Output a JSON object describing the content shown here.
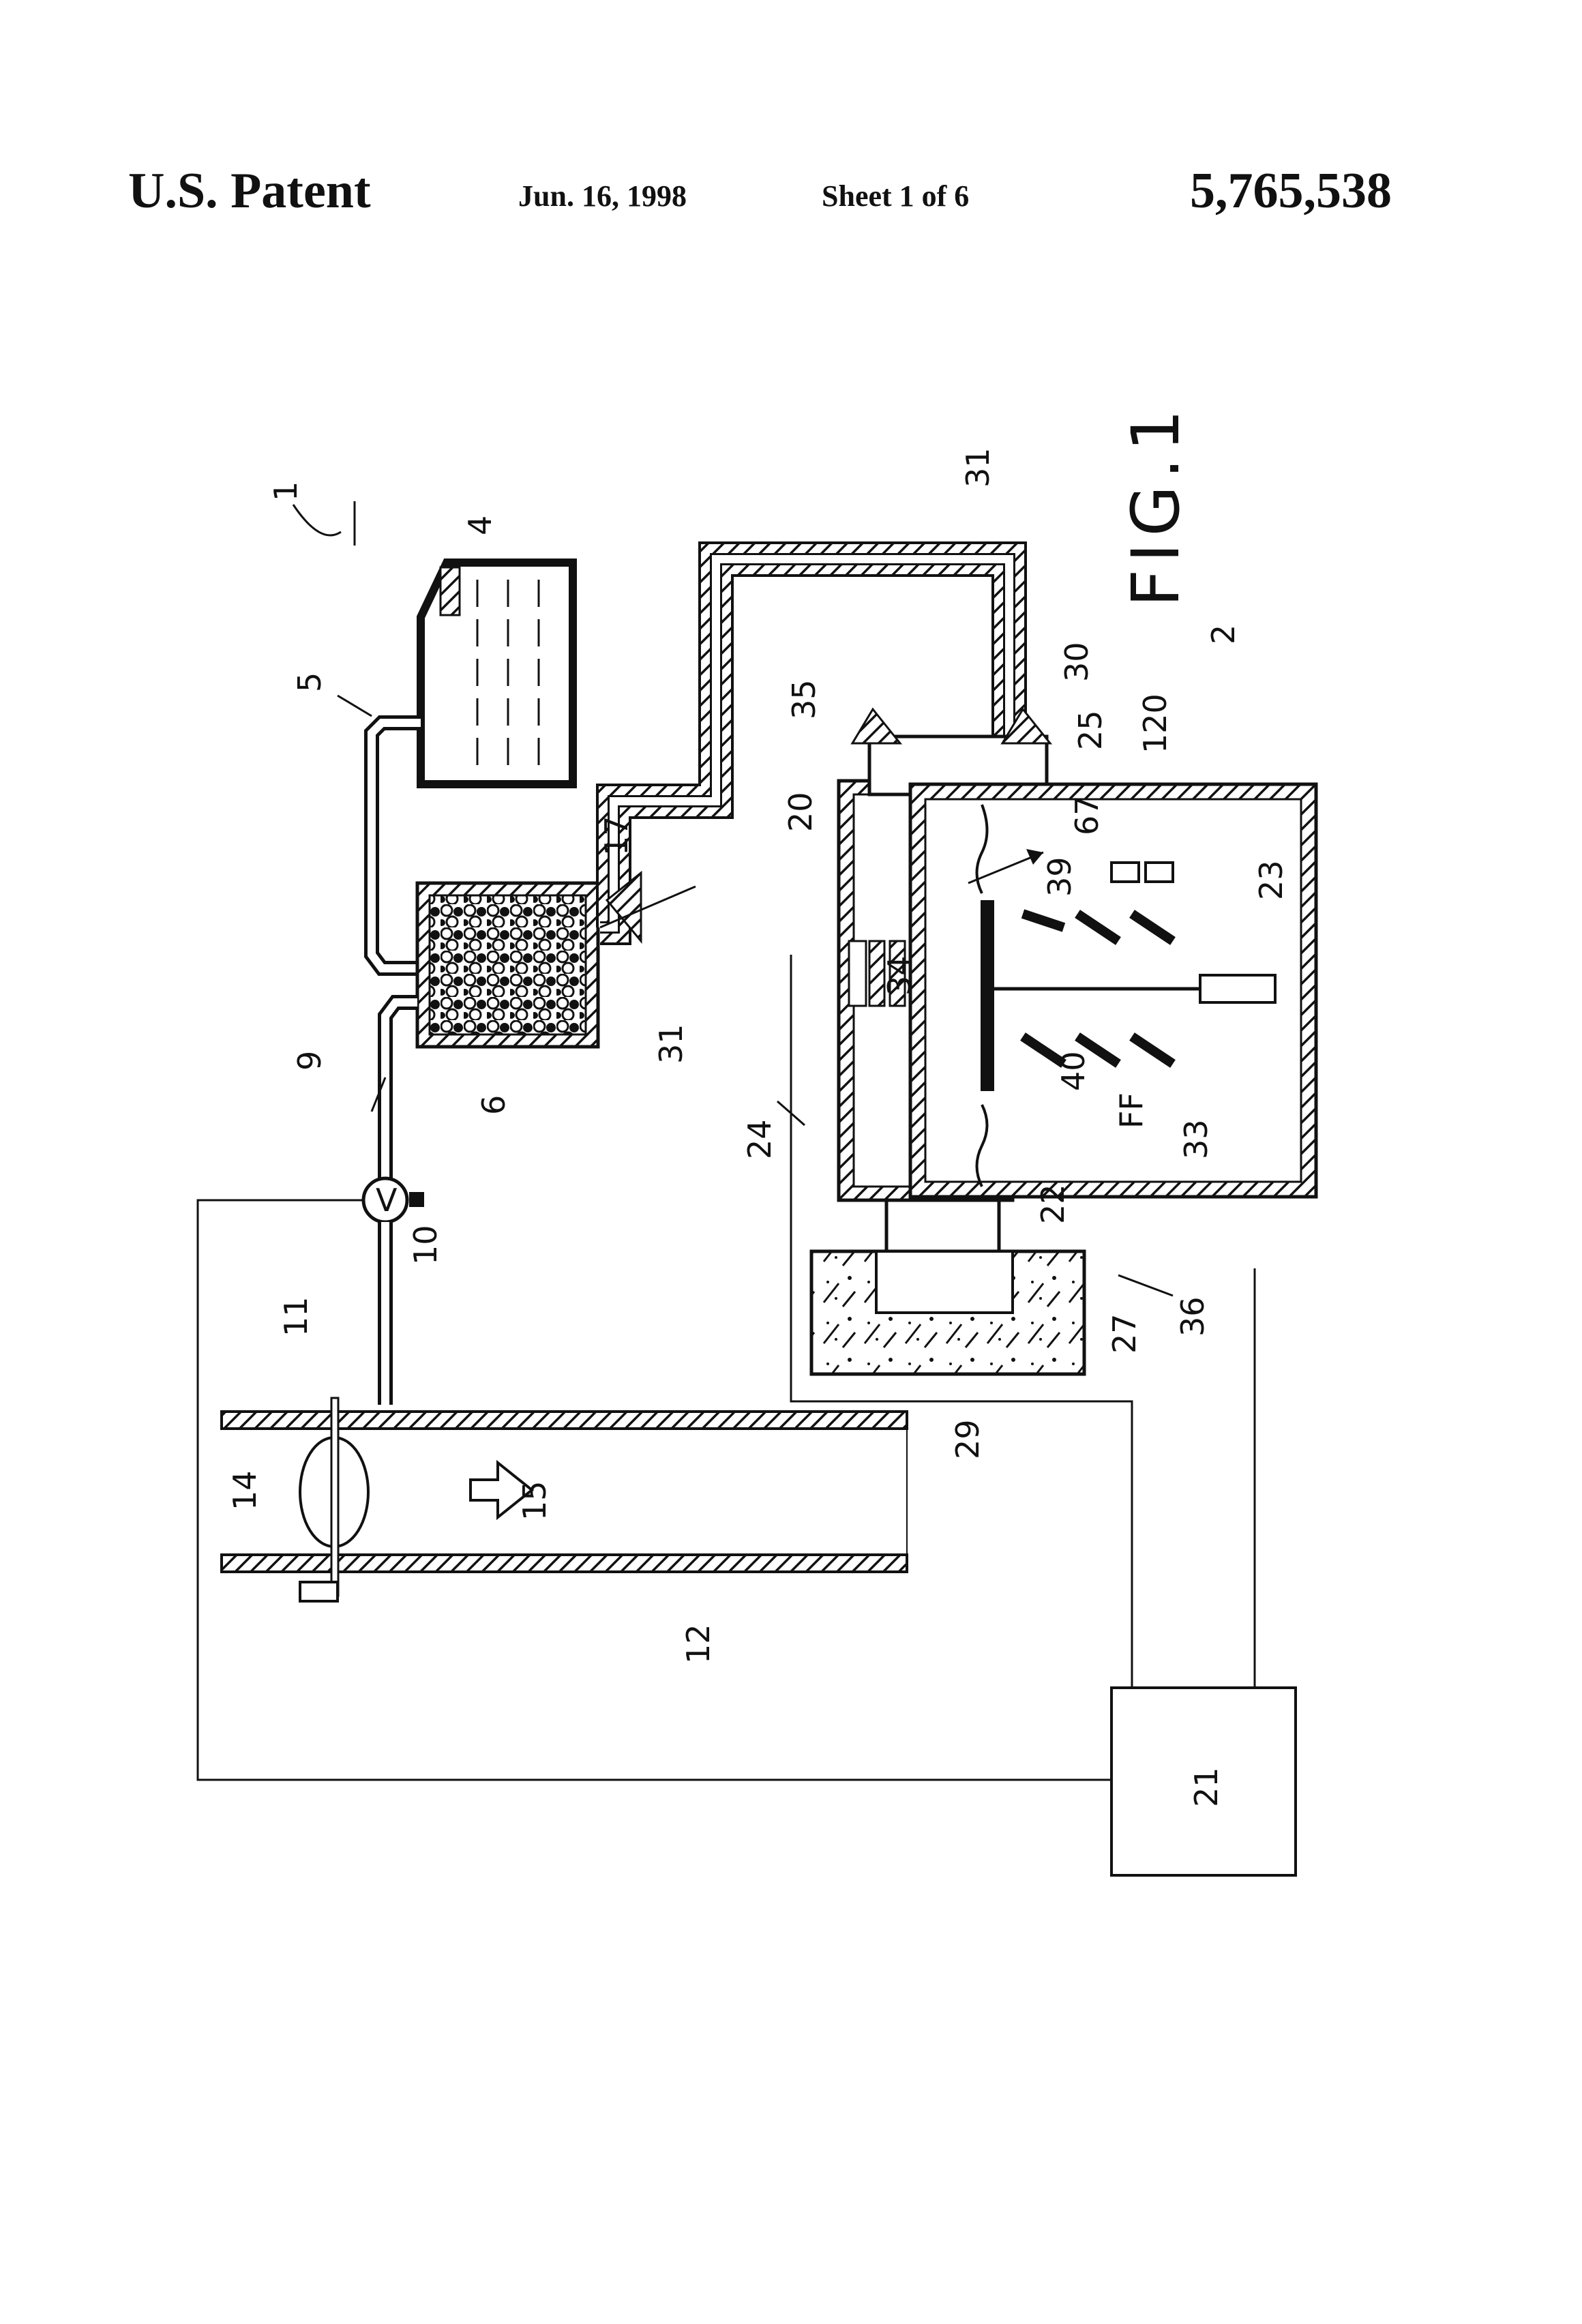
{
  "header": {
    "left": "U.S. Patent",
    "date": "Jun. 16, 1998",
    "sheet": "Sheet 1 of 6",
    "number": "5,765,538"
  },
  "figure": {
    "caption": "FIG.1",
    "labels": {
      "l1": "1",
      "l2": "2",
      "l4": "4",
      "l5": "5",
      "l6": "6",
      "l9": "9",
      "l10": "10",
      "l11": "11",
      "l12": "12",
      "l14": "14",
      "l15": "15",
      "l17": "17",
      "l20": "20",
      "l21": "21",
      "l22": "22",
      "l23": "23",
      "l24": "24",
      "l25": "25",
      "l27": "27",
      "l29": "29",
      "l30": "30",
      "l31a": "31",
      "l31b": "31",
      "l33": "33",
      "l34": "34",
      "l35": "35",
      "l36": "36",
      "l39": "39",
      "l40": "40",
      "l67": "67",
      "l120": "120",
      "lff": "FF",
      "lv": "V"
    }
  }
}
